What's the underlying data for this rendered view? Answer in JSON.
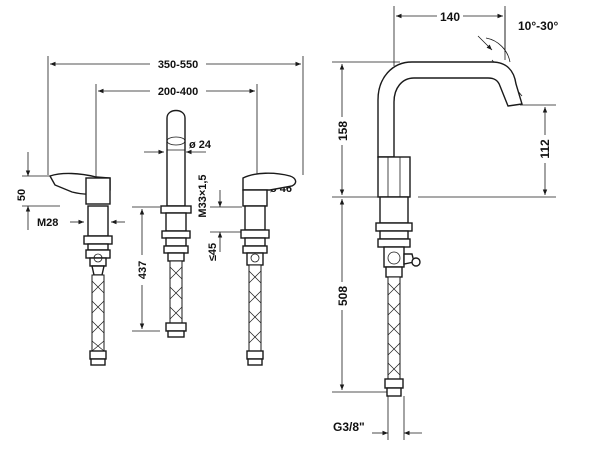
{
  "dimensions": {
    "width_range_outer": "350-550",
    "width_range_inner": "200-400",
    "spout_diameter": "ø 24",
    "handle_diameter": "ø 46",
    "thread": "M33×1,5",
    "lever_height": "50",
    "handle_thread": "M28",
    "hose_length_left": "437",
    "max_thickness": "≤45",
    "spout_reach": "140",
    "angle": "10°-30°",
    "spout_height": "158",
    "outlet_height": "112",
    "hose_length_right": "508",
    "connection": "G3/8\""
  }
}
